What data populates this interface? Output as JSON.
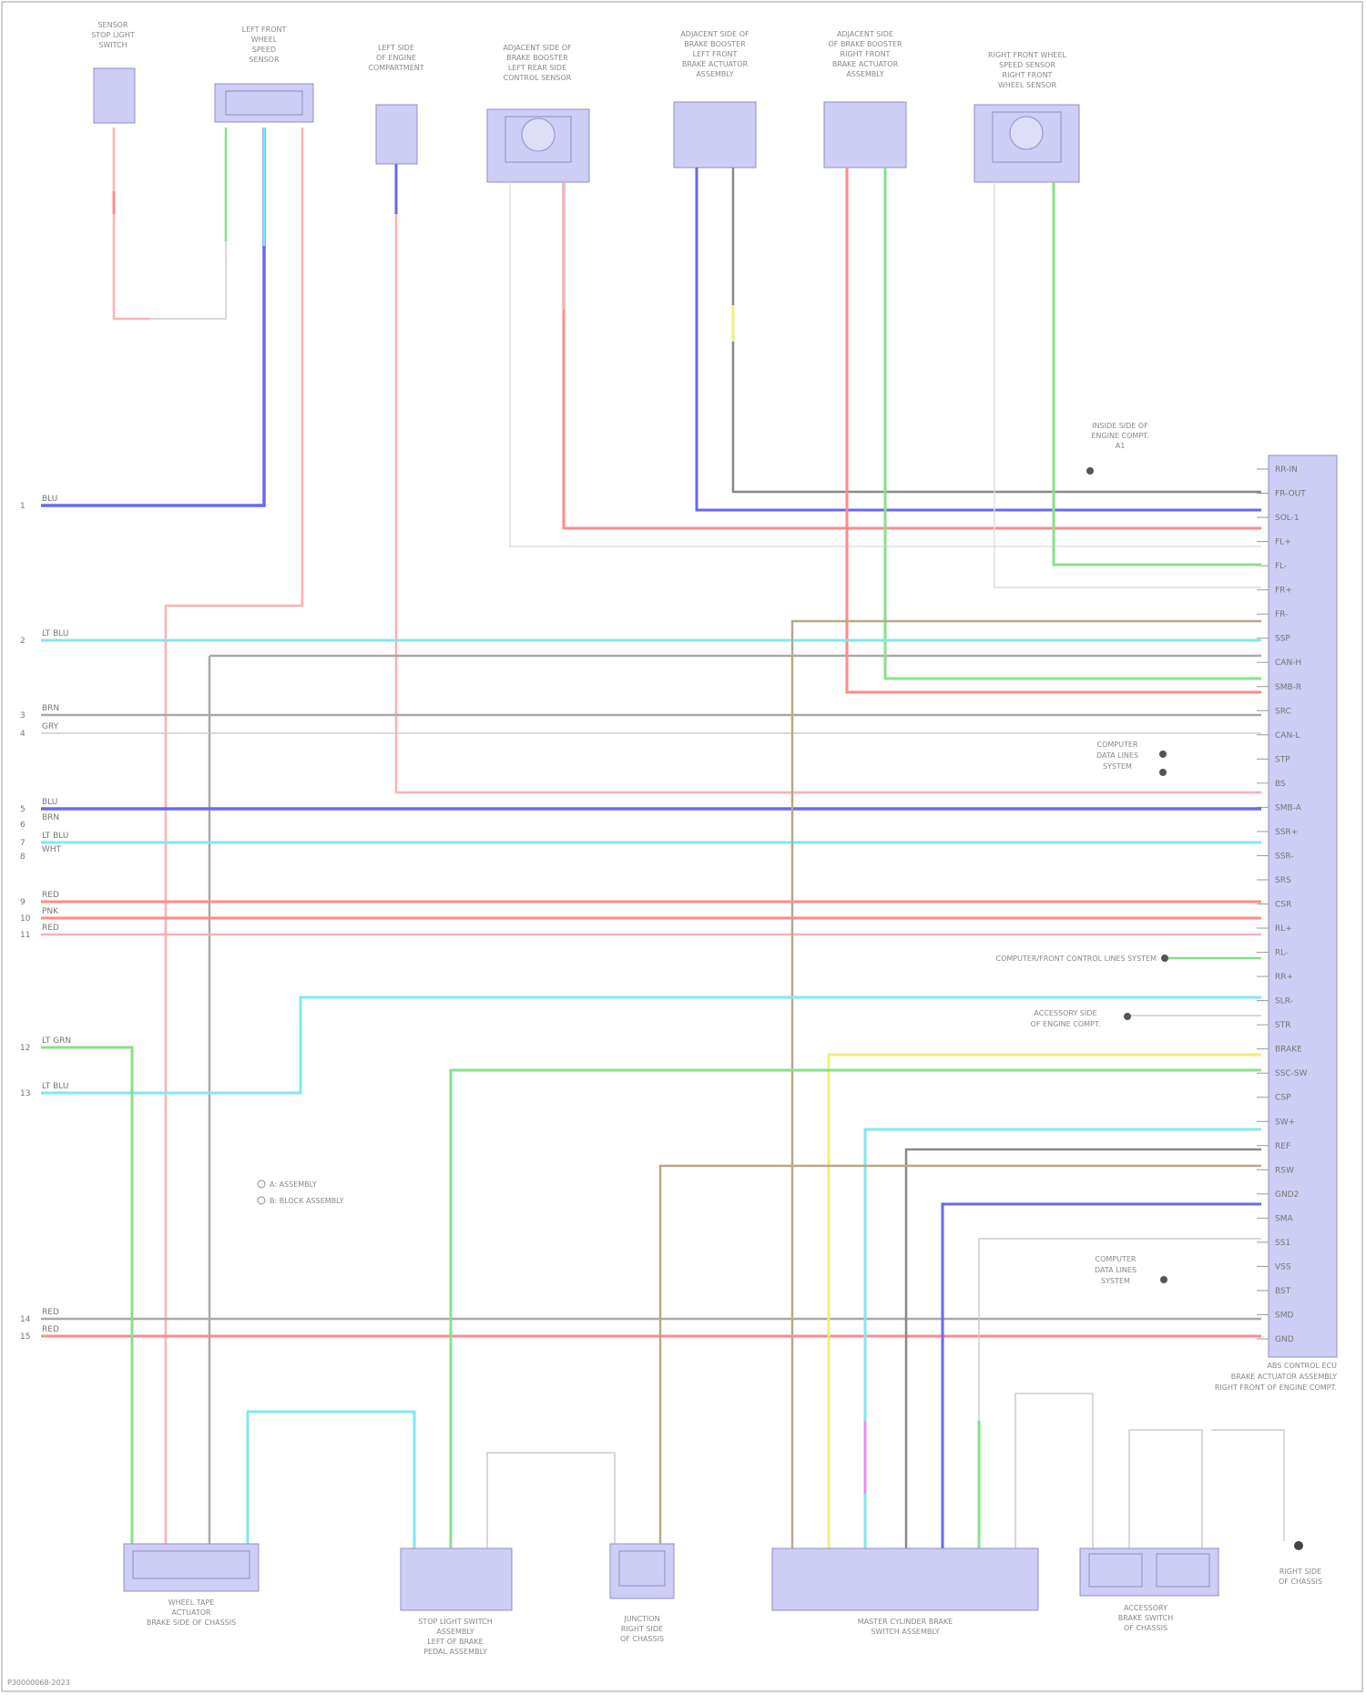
{
  "components": {
    "top": [
      {
        "id": "c1",
        "title": [
          "SENSOR",
          "STOP LIGHT",
          "SWITCH"
        ]
      },
      {
        "id": "c2",
        "title": [
          "LEFT FRONT",
          "WHEEL",
          "SPEED",
          "SENSOR"
        ]
      },
      {
        "id": "c3",
        "title": [
          "LEFT SIDE",
          "OF ENGINE",
          "COMPARTMENT"
        ]
      },
      {
        "id": "c4",
        "title": [
          "ADJACENT SIDE OF",
          "BRAKE BOOSTER",
          "LEFT REAR SIDE",
          "CONTROL SENSOR"
        ]
      },
      {
        "id": "c5",
        "title": [
          "ADJACENT SIDE OF",
          "BRAKE BOOSTER",
          "LEFT FRONT",
          "BRAKE ACTUATOR",
          "ASSEMBLY"
        ]
      },
      {
        "id": "c6",
        "title": [
          "ADJACENT SIDE",
          "OF BRAKE BOOSTER",
          "RIGHT FRONT",
          "BRAKE ACTUATOR",
          "ASSEMBLY"
        ]
      },
      {
        "id": "c7",
        "title": [
          "RIGHT FRONT WHEEL",
          "SPEED SENSOR",
          "RIGHT FRONT",
          "WHEEL SENSOR"
        ]
      }
    ],
    "bottom": [
      {
        "id": "b1",
        "title": [
          "WHEEL TAPE",
          "ACTUATOR",
          "BRAKE SIDE OF CHASSIS"
        ]
      },
      {
        "id": "b2",
        "title": [
          "STOP LIGHT SWITCH",
          "ASSEMBLY",
          "LEFT OF BRAKE",
          "PEDAL ASSEMBLY"
        ]
      },
      {
        "id": "b3",
        "title": [
          "JUNCTION",
          "RIGHT SIDE",
          "OF CHASSIS"
        ]
      },
      {
        "id": "b4",
        "title": [
          "MASTER CYLINDER BRAKE",
          "SWITCH ASSEMBLY"
        ]
      },
      {
        "id": "b5",
        "title": [
          "ACCESSORY",
          "BRAKE SWITCH",
          "OF CHASSIS"
        ]
      }
    ],
    "ground_label": [
      "RIGHT SIDE",
      "OF CHASSIS"
    ],
    "ecu_title": [
      "ABS CONTROL ECU",
      "BRAKE ACTUATOR ASSEMBLY",
      "RIGHT FRONT OF ENGINE COMPT."
    ]
  },
  "annotations": {
    "top_right_note": [
      "INSIDE SIDE OF",
      "ENGINE COMPT.",
      "A1"
    ],
    "note_1": [
      "COMPUTER",
      "DATA LINES",
      "SYSTEM"
    ],
    "note_2": [
      "COMPUTER/FRONT CONTROL LINES SYSTEM"
    ],
    "note_3": [
      "ACCESSORY SIDE",
      "OF ENGINE COMPT."
    ],
    "note_4": [
      "COMPUTER",
      "DATA LINES",
      "SYSTEM"
    ],
    "legend": [
      "A: ASSEMBLY",
      "B: BLOCK ASSEMBLY"
    ],
    "footer": "P30000068-2023"
  },
  "left_wire_labels": [
    {
      "num": "1",
      "color": "BLU"
    },
    {
      "num": "2",
      "color": "LT BLU"
    },
    {
      "num": "3",
      "color": "BRN"
    },
    {
      "num": "4",
      "color": "GRY"
    },
    {
      "num": "5",
      "color": "BLU"
    },
    {
      "num": "6",
      "color": "BRN"
    },
    {
      "num": "7",
      "color": "LT BLU"
    },
    {
      "num": "8",
      "color": "WHT"
    },
    {
      "num": "9",
      "color": "RED"
    },
    {
      "num": "10",
      "color": "PNK"
    },
    {
      "num": "11",
      "color": "RED"
    },
    {
      "num": "12",
      "color": "LT GRN"
    },
    {
      "num": "13",
      "color": "LT BLU"
    },
    {
      "num": "14",
      "color": "RED"
    },
    {
      "num": "15",
      "color": "RED"
    }
  ],
  "ecu_pins": [
    "RR-IN",
    "FR-OUT",
    "SOL-1",
    "FL+",
    "FL-",
    "FR+",
    "FR-",
    "SSP",
    "CAN-H",
    "SMB-R",
    "SRC",
    "CAN-L",
    "STP",
    "BS",
    "SMB-A",
    "SSR+",
    "SSR-",
    "SRS",
    "CSR",
    "RL+",
    "RL-",
    "RR+",
    "SLR-",
    "STR",
    "BRAKE",
    "SSC-SW",
    "CSP",
    "SW+",
    "REF",
    "RSW",
    "GND2",
    "SMA",
    "SS1",
    "VSS",
    "BST",
    "SMD",
    "GND"
  ],
  "colors": {
    "red": "#ff8a8a",
    "pink": "#ffb0b0",
    "blue": "#6868f0",
    "cyan": "#7fe8f0",
    "green": "#88e088",
    "gray": "#a9a9a9",
    "darkgray": "#888888",
    "olive": "#b7aa88",
    "yellow": "#f0ee7c",
    "magenta": "#ec8cf0",
    "box_fill": "#cdcdf5",
    "box_stroke": "#8f8fc8"
  }
}
